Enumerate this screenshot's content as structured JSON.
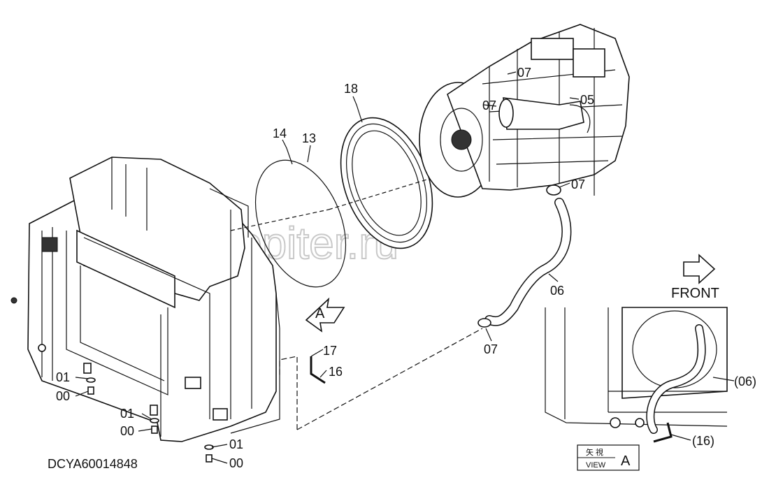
{
  "drawing_code": "DCYA60014848",
  "watermark": "autopiter.ru",
  "direction_label": "FRONT",
  "view_marker": "A",
  "view_box": {
    "kanji": "矢 視",
    "view_text": "VIEW",
    "letter": "A"
  },
  "parts": [
    {
      "id": "c18",
      "text": "18"
    },
    {
      "id": "c14",
      "text": "14"
    },
    {
      "id": "c13",
      "text": "13"
    },
    {
      "id": "c07a",
      "text": "07"
    },
    {
      "id": "c07b",
      "text": "07"
    },
    {
      "id": "c05",
      "text": "05"
    },
    {
      "id": "c07c",
      "text": "07"
    },
    {
      "id": "c06",
      "text": "06"
    },
    {
      "id": "c07d",
      "text": "07"
    },
    {
      "id": "c17",
      "text": "17"
    },
    {
      "id": "c16",
      "text": "16"
    },
    {
      "id": "c01a",
      "text": "01"
    },
    {
      "id": "c00a",
      "text": "00"
    },
    {
      "id": "c01b",
      "text": "01"
    },
    {
      "id": "c00b",
      "text": "00"
    },
    {
      "id": "c01c",
      "text": "01"
    },
    {
      "id": "c00c",
      "text": "00"
    },
    {
      "id": "c06v",
      "text": "(06)"
    },
    {
      "id": "c16v",
      "text": "(16)"
    }
  ]
}
